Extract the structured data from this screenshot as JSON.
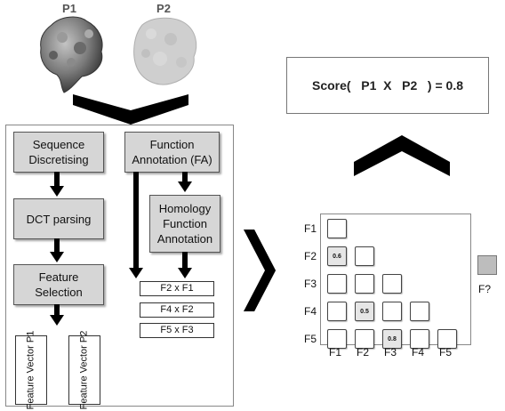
{
  "proteins": {
    "p1_label": "P1",
    "p2_label": "P2"
  },
  "pipeline": {
    "sequence_discretising": "Sequence Discretising",
    "dct_parsing": "DCT parsing",
    "feature_selection": "Feature Selection",
    "function_annotation": "Function Annotation (FA)",
    "homology_function_annotation": "Homology Function Annotation",
    "feature_vector_p1": "Feature Vector P1",
    "feature_vector_p2": "Feature Vector P2",
    "pairs": [
      "F2 x F1",
      "F4 x F2",
      "F5 x F3"
    ]
  },
  "score": {
    "text": "Score(   P1  X   P2   ) = 0.8"
  },
  "matrix": {
    "row_labels": [
      "F1",
      "F2",
      "F3",
      "F4",
      "F5"
    ],
    "col_labels": [
      "F1",
      "F2",
      "F3",
      "F4",
      "F5"
    ],
    "values": [
      {
        "row": 1,
        "col": 0,
        "value": "0.6"
      },
      {
        "row": 3,
        "col": 1,
        "value": "0.5"
      },
      {
        "row": 4,
        "col": 2,
        "value": "0.8"
      }
    ]
  },
  "legend": {
    "label": "F?"
  }
}
